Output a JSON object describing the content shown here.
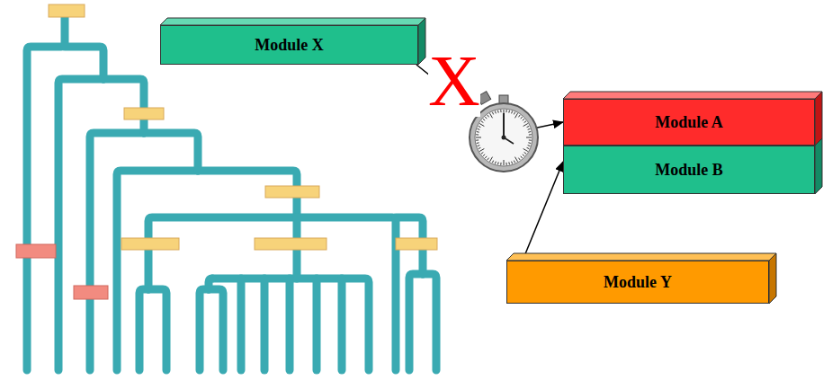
{
  "diagram": {
    "nodes": [
      {
        "text": [
          "Module X"
        ]
      },
      {
        "text": [
          "Module A"
        ]
      },
      {
        "text": [
          "Module B"
        ]
      },
      {
        "text": [
          "Module Y"
        ]
      }
    ],
    "edges": [
      {
        "from": 0,
        "to": 1,
        "arrow": "to"
      },
      {
        "from": 3,
        "to": 2,
        "arrow": "to"
      }
    ],
    "labels": [
      "X"
    ]
  }
}
